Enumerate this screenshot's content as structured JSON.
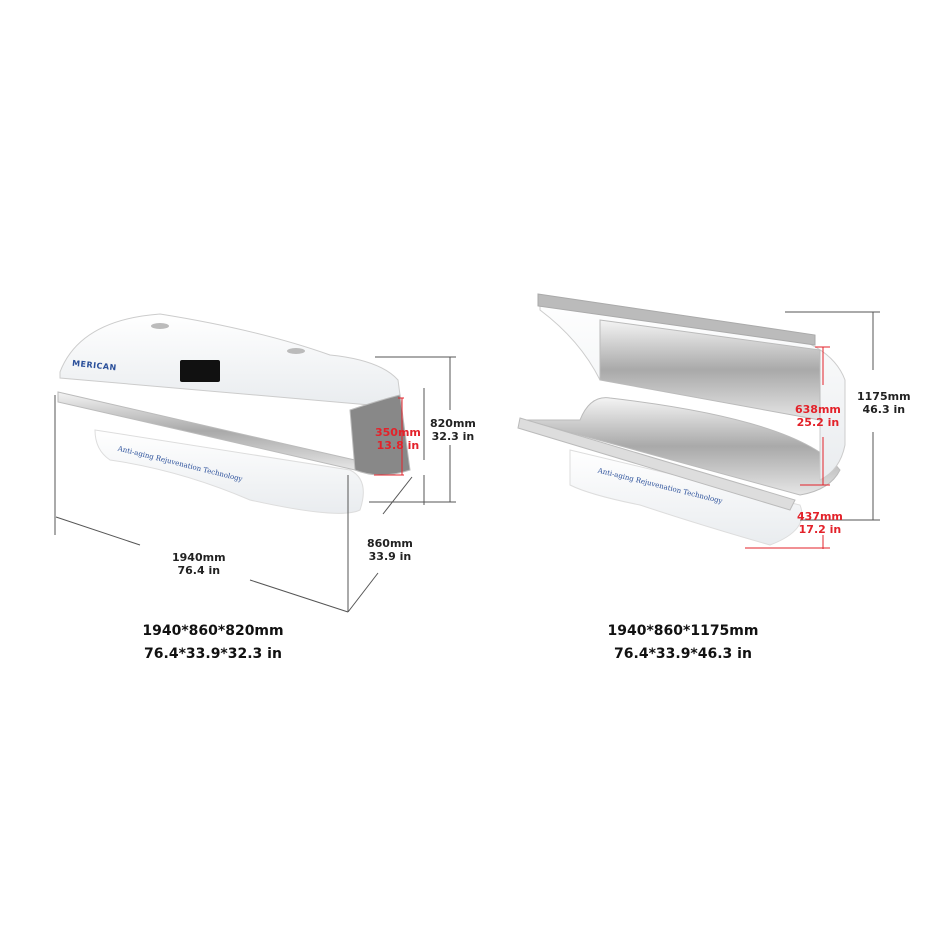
{
  "left_view": {
    "brand": "MERICAN",
    "tagline": "Anti-aging Rejuvenation Technology",
    "dimensions": {
      "length": {
        "mm": "1940mm",
        "in": "76.4 in"
      },
      "height": {
        "mm": "820mm",
        "in": "32.3 in"
      },
      "width": {
        "mm": "860mm",
        "in": "33.9 in"
      },
      "opening": {
        "mm": "350mm",
        "in": "13.8 in"
      }
    },
    "caption": {
      "mm": "1940*860*820mm",
      "in": "76.4*33.9*32.3 in"
    }
  },
  "right_view": {
    "tagline": "Anti-aging Rejuvenation Technology",
    "dimensions": {
      "height": {
        "mm": "1175mm",
        "in": "46.3 in"
      },
      "opening": {
        "mm": "638mm",
        "in": "25.2 in"
      },
      "bed_height": {
        "mm": "437mm",
        "in": "17.2 in"
      }
    },
    "caption": {
      "mm": "1940*860*1175mm",
      "in": "76.4*33.9*46.3 in"
    }
  },
  "colors": {
    "dimension_line": "#555555",
    "highlight": "#e3222a",
    "brand": "#2a4f9a"
  }
}
